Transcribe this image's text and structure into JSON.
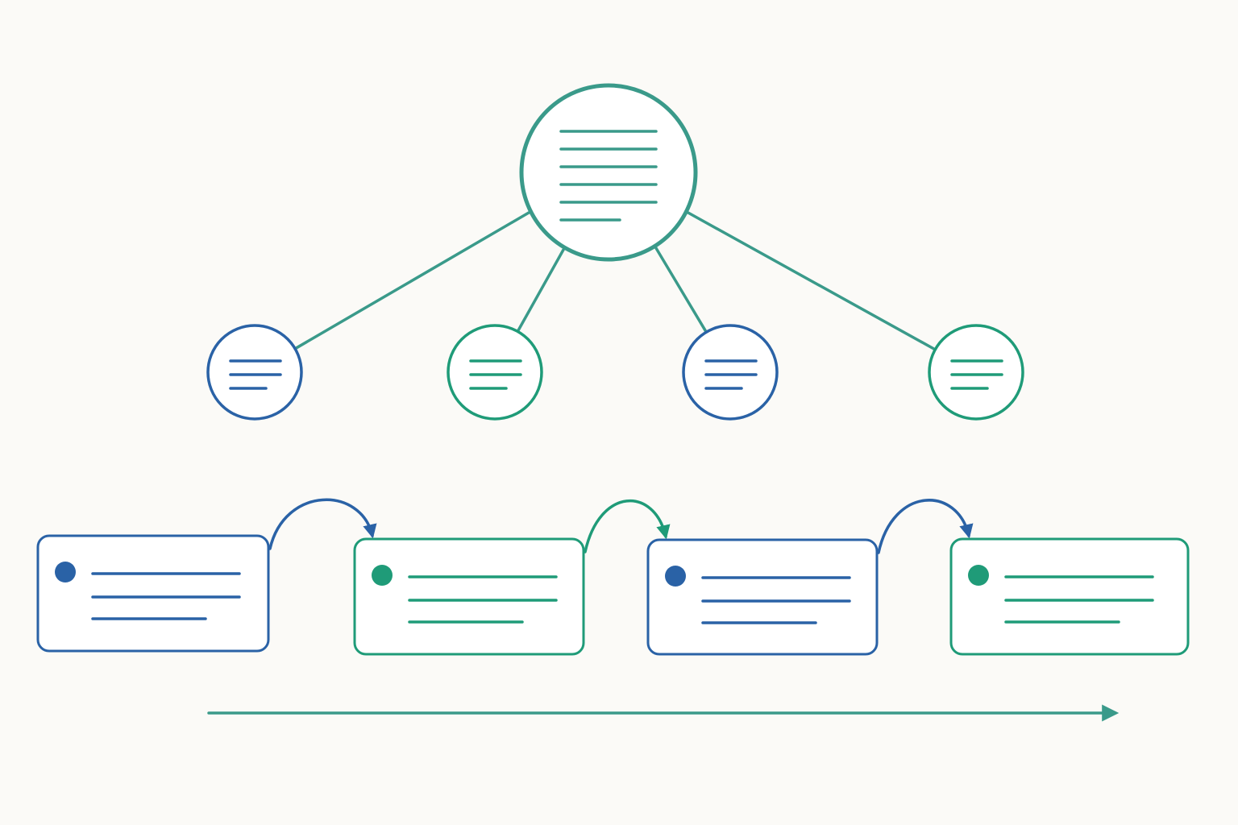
{
  "colors": {
    "background": "#fbfaf7",
    "teal": "#3a9a8a",
    "blue": "#2a62a6",
    "green": "#1f9b78"
  },
  "root_node": {
    "color": "teal",
    "placeholder_lines": 6
  },
  "child_nodes": [
    {
      "color": "blue",
      "placeholder_lines": 3
    },
    {
      "color": "green",
      "placeholder_lines": 3
    },
    {
      "color": "blue",
      "placeholder_lines": 3
    },
    {
      "color": "green",
      "placeholder_lines": 3
    }
  ],
  "process_cards": [
    {
      "color": "blue",
      "placeholder_lines": 3
    },
    {
      "color": "green",
      "placeholder_lines": 3
    },
    {
      "color": "blue",
      "placeholder_lines": 3
    },
    {
      "color": "green",
      "placeholder_lines": 3
    }
  ],
  "card_transitions": [
    {
      "from": 0,
      "to": 1,
      "color": "blue"
    },
    {
      "from": 1,
      "to": 2,
      "color": "green"
    },
    {
      "from": 2,
      "to": 3,
      "color": "blue"
    }
  ],
  "timeline_arrow": {
    "color": "teal"
  }
}
